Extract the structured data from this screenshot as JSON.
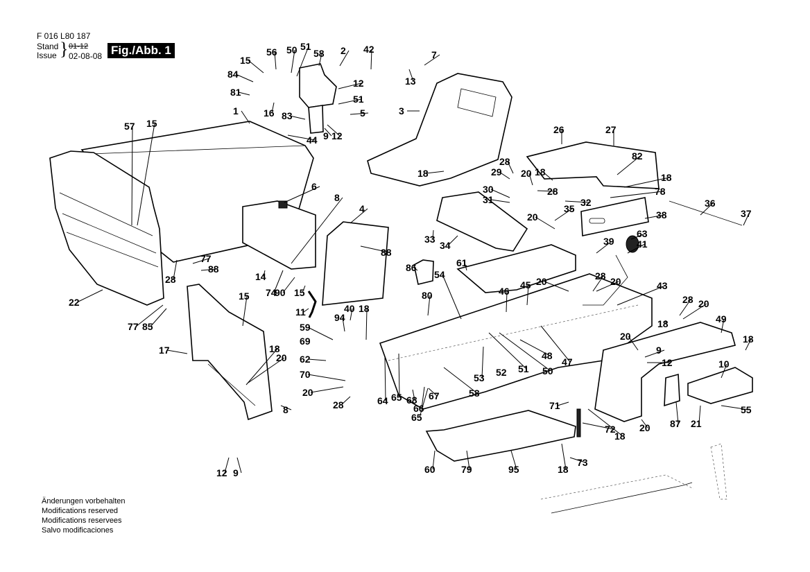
{
  "header": {
    "doc_code": "F 016 L80 187",
    "stand_label": "Stand",
    "issue_label": "Issue",
    "old_date": "01-12",
    "issue_date": "02-08-08",
    "figure_label": "Fig./Abb. 1"
  },
  "footer": {
    "lines": [
      "Änderungen vorbehalten",
      "Modifications reserved",
      "Modifications reservees",
      "Salvo modificaciones"
    ]
  },
  "diagram": {
    "title": "Exploded parts view - ride-on mower chassis, seat, grass catcher and fenders",
    "callouts": [
      {
        "id": "c1",
        "text": "1"
      },
      {
        "id": "c2",
        "text": "2"
      },
      {
        "id": "c3",
        "text": "3"
      },
      {
        "id": "c4",
        "text": "4"
      },
      {
        "id": "c5",
        "text": "5"
      },
      {
        "id": "c6",
        "text": "6"
      },
      {
        "id": "c7",
        "text": "7"
      },
      {
        "id": "c8a",
        "text": "8"
      },
      {
        "id": "c8b",
        "text": "8"
      },
      {
        "id": "c9a",
        "text": "9"
      },
      {
        "id": "c9b",
        "text": "9"
      },
      {
        "id": "c9c",
        "text": "9"
      },
      {
        "id": "c10",
        "text": "10"
      },
      {
        "id": "c11",
        "text": "11"
      },
      {
        "id": "c12a",
        "text": "12"
      },
      {
        "id": "c12b",
        "text": "12"
      },
      {
        "id": "c12c",
        "text": "12"
      },
      {
        "id": "c12d",
        "text": "12"
      },
      {
        "id": "c13",
        "text": "13"
      },
      {
        "id": "c14",
        "text": "14"
      },
      {
        "id": "c15a",
        "text": "15"
      },
      {
        "id": "c15b",
        "text": "15"
      },
      {
        "id": "c15c",
        "text": "15"
      },
      {
        "id": "c15d",
        "text": "15"
      },
      {
        "id": "c16",
        "text": "16"
      },
      {
        "id": "c17",
        "text": "17"
      },
      {
        "id": "c18a",
        "text": "18"
      },
      {
        "id": "c18b",
        "text": "18"
      },
      {
        "id": "c18c",
        "text": "18"
      },
      {
        "id": "c18d",
        "text": "18"
      },
      {
        "id": "c18e",
        "text": "18"
      },
      {
        "id": "c18f",
        "text": "18"
      },
      {
        "id": "c18g",
        "text": "18"
      },
      {
        "id": "c18h",
        "text": "18"
      },
      {
        "id": "c18i",
        "text": "18"
      },
      {
        "id": "c20a",
        "text": "20"
      },
      {
        "id": "c20b",
        "text": "20"
      },
      {
        "id": "c20c",
        "text": "20"
      },
      {
        "id": "c20d",
        "text": "20"
      },
      {
        "id": "c20e",
        "text": "20"
      },
      {
        "id": "c20f",
        "text": "20"
      },
      {
        "id": "c20g",
        "text": "20"
      },
      {
        "id": "c20h",
        "text": "20"
      },
      {
        "id": "c20i",
        "text": "20"
      },
      {
        "id": "c21",
        "text": "21"
      },
      {
        "id": "c22",
        "text": "22"
      },
      {
        "id": "c26",
        "text": "26"
      },
      {
        "id": "c27",
        "text": "27"
      },
      {
        "id": "c28a",
        "text": "28"
      },
      {
        "id": "c28b",
        "text": "28"
      },
      {
        "id": "c28c",
        "text": "28"
      },
      {
        "id": "c28d",
        "text": "28"
      },
      {
        "id": "c28e",
        "text": "28"
      },
      {
        "id": "c28f",
        "text": "28"
      },
      {
        "id": "c29",
        "text": "29"
      },
      {
        "id": "c30",
        "text": "30"
      },
      {
        "id": "c31",
        "text": "31"
      },
      {
        "id": "c32",
        "text": "32"
      },
      {
        "id": "c33",
        "text": "33"
      },
      {
        "id": "c34",
        "text": "34"
      },
      {
        "id": "c35",
        "text": "35"
      },
      {
        "id": "c36",
        "text": "36"
      },
      {
        "id": "c37",
        "text": "37"
      },
      {
        "id": "c38",
        "text": "38"
      },
      {
        "id": "c39",
        "text": "39"
      },
      {
        "id": "c40",
        "text": "40"
      },
      {
        "id": "c41",
        "text": "41"
      },
      {
        "id": "c42",
        "text": "42"
      },
      {
        "id": "c43",
        "text": "43"
      },
      {
        "id": "c44",
        "text": "44"
      },
      {
        "id": "c45",
        "text": "45"
      },
      {
        "id": "c46",
        "text": "46"
      },
      {
        "id": "c47",
        "text": "47"
      },
      {
        "id": "c48",
        "text": "48"
      },
      {
        "id": "c49",
        "text": "49"
      },
      {
        "id": "c50a",
        "text": "50"
      },
      {
        "id": "c50b",
        "text": "50"
      },
      {
        "id": "c51a",
        "text": "51"
      },
      {
        "id": "c51b",
        "text": "51"
      },
      {
        "id": "c51c",
        "text": "51"
      },
      {
        "id": "c52",
        "text": "52"
      },
      {
        "id": "c53",
        "text": "53"
      },
      {
        "id": "c54",
        "text": "54"
      },
      {
        "id": "c55",
        "text": "55"
      },
      {
        "id": "c56",
        "text": "56"
      },
      {
        "id": "c57",
        "text": "57"
      },
      {
        "id": "c58a",
        "text": "58"
      },
      {
        "id": "c58b",
        "text": "58"
      },
      {
        "id": "c59",
        "text": "59"
      },
      {
        "id": "c60",
        "text": "60"
      },
      {
        "id": "c61",
        "text": "61"
      },
      {
        "id": "c62",
        "text": "62"
      },
      {
        "id": "c63",
        "text": "63"
      },
      {
        "id": "c64",
        "text": "64"
      },
      {
        "id": "c65a",
        "text": "65"
      },
      {
        "id": "c65b",
        "text": "65"
      },
      {
        "id": "c66",
        "text": "66"
      },
      {
        "id": "c67",
        "text": "67"
      },
      {
        "id": "c68",
        "text": "68"
      },
      {
        "id": "c69",
        "text": "69"
      },
      {
        "id": "c70",
        "text": "70"
      },
      {
        "id": "c71",
        "text": "71"
      },
      {
        "id": "c72",
        "text": "72"
      },
      {
        "id": "c73",
        "text": "73"
      },
      {
        "id": "c74",
        "text": "74"
      },
      {
        "id": "c77a",
        "text": "77"
      },
      {
        "id": "c77b",
        "text": "77"
      },
      {
        "id": "c78",
        "text": "78"
      },
      {
        "id": "c79",
        "text": "79"
      },
      {
        "id": "c80",
        "text": "80"
      },
      {
        "id": "c81",
        "text": "81"
      },
      {
        "id": "c82",
        "text": "82"
      },
      {
        "id": "c83",
        "text": "83"
      },
      {
        "id": "c84",
        "text": "84"
      },
      {
        "id": "c85",
        "text": "85"
      },
      {
        "id": "c86",
        "text": "86"
      },
      {
        "id": "c87",
        "text": "87"
      },
      {
        "id": "c88a",
        "text": "88"
      },
      {
        "id": "c88b",
        "text": "88"
      },
      {
        "id": "c90",
        "text": "90"
      },
      {
        "id": "c94",
        "text": "94"
      },
      {
        "id": "c95",
        "text": "95"
      }
    ]
  }
}
